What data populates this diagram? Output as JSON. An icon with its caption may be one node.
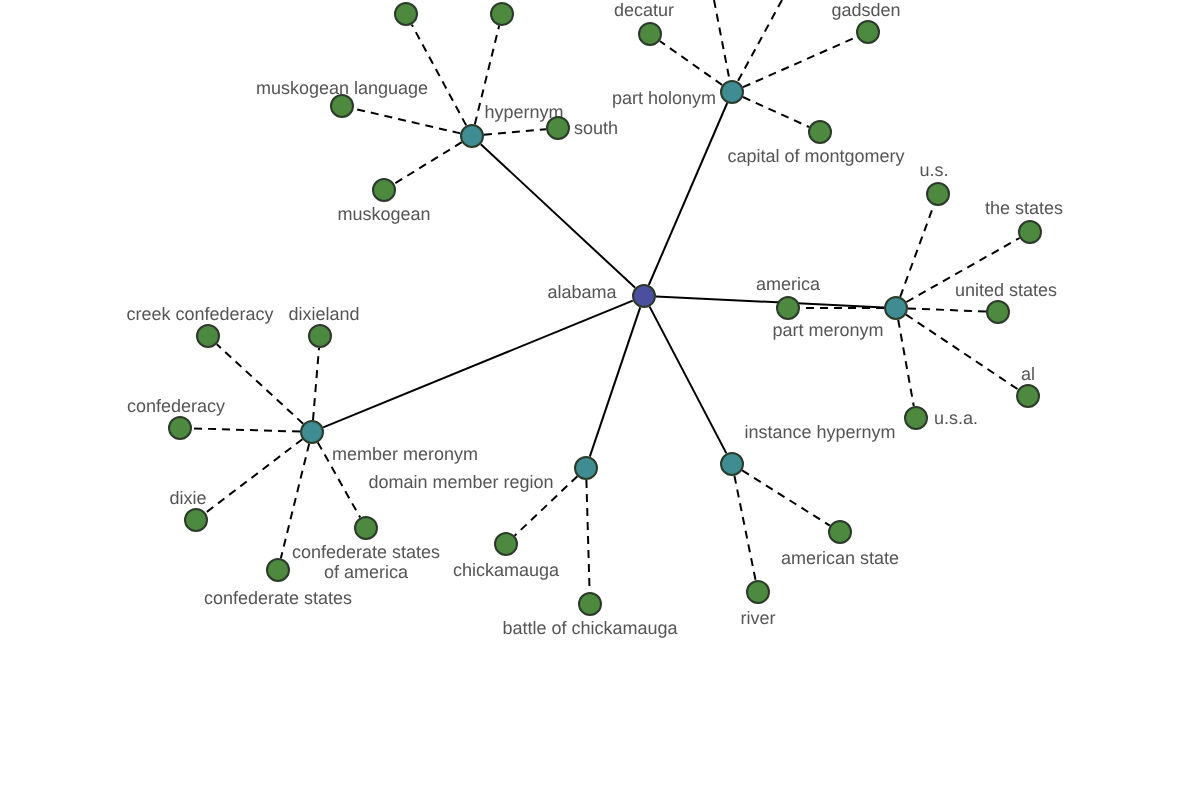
{
  "diagram": {
    "nodes": [
      {
        "text": [
          "alabama"
        ]
      },
      {
        "text": [
          "hypernym"
        ]
      },
      {
        "text": [
          "part holonym"
        ]
      },
      {
        "text": [
          "part meronym"
        ]
      },
      {
        "text": [
          "member meronym"
        ]
      },
      {
        "text": [
          "domain member region"
        ]
      },
      {
        "text": [
          "instance hypernym"
        ]
      },
      {
        "text": [],
        "shape": "circle"
      },
      {
        "text": [],
        "shape": "circle"
      },
      {
        "text": [
          "muskogean language"
        ]
      },
      {
        "text": [
          "south"
        ]
      },
      {
        "text": [
          "muskogean"
        ]
      },
      {
        "text": [
          "decatur"
        ]
      },
      {
        "text": [
          "gadsden"
        ]
      },
      {
        "text": [
          "capital of montgomery"
        ]
      },
      {
        "text": [
          "u.s."
        ]
      },
      {
        "text": [
          "the states"
        ]
      },
      {
        "text": [
          "america"
        ]
      },
      {
        "text": [
          "united states"
        ]
      },
      {
        "text": [
          "al"
        ]
      },
      {
        "text": [
          "u.s.a."
        ]
      },
      {
        "text": [
          "creek confederacy"
        ]
      },
      {
        "text": [
          "dixieland"
        ]
      },
      {
        "text": [
          "confederacy"
        ]
      },
      {
        "text": [
          "dixie"
        ]
      },
      {
        "text": [
          "confederate states of america"
        ]
      },
      {
        "text": [
          "confederate states"
        ]
      },
      {
        "text": [
          "chickamauga"
        ]
      },
      {
        "text": [
          "battle of chickamauga"
        ]
      },
      {
        "text": [
          "american state"
        ]
      },
      {
        "text": [
          "river"
        ]
      }
    ],
    "edges": [
      {
        "from": 0,
        "to": 1,
        "arrow": "none"
      },
      {
        "from": 0,
        "to": 2,
        "arrow": "none"
      },
      {
        "from": 0,
        "to": 3,
        "arrow": "none"
      },
      {
        "from": 0,
        "to": 4,
        "arrow": "none"
      },
      {
        "from": 0,
        "to": 5,
        "arrow": "none"
      },
      {
        "from": 0,
        "to": 6,
        "arrow": "none"
      },
      {
        "from": 1,
        "to": 7,
        "arrow": "none",
        "style": "dashed"
      },
      {
        "from": 1,
        "to": 8,
        "arrow": "none",
        "style": "dashed"
      },
      {
        "from": 1,
        "to": 9,
        "arrow": "none",
        "style": "dashed"
      },
      {
        "from": 1,
        "to": 10,
        "arrow": "none",
        "style": "dashed"
      },
      {
        "from": 1,
        "to": 11,
        "arrow": "none",
        "style": "dashed"
      },
      {
        "from": 2,
        "to": 12,
        "arrow": "none",
        "style": "dashed"
      },
      {
        "from": 2,
        "to": 13,
        "arrow": "none",
        "style": "dashed"
      },
      {
        "from": 2,
        "to": 14,
        "arrow": "none",
        "style": "dashed"
      },
      {
        "from": null,
        "to": 2,
        "arrow": "none",
        "style": "dashed"
      },
      {
        "from": null,
        "to": 2,
        "arrow": "none",
        "style": "dashed"
      },
      {
        "from": 3,
        "to": 15,
        "arrow": "none",
        "style": "dashed"
      },
      {
        "from": 3,
        "to": 16,
        "arrow": "none",
        "style": "dashed"
      },
      {
        "from": 3,
        "to": 17,
        "arrow": "none",
        "style": "dashed"
      },
      {
        "from": 3,
        "to": 18,
        "arrow": "none",
        "style": "dashed"
      },
      {
        "from": 3,
        "to": 19,
        "arrow": "none",
        "style": "dashed"
      },
      {
        "from": 3,
        "to": 20,
        "arrow": "none",
        "style": "dashed"
      },
      {
        "from": 4,
        "to": 21,
        "arrow": "none",
        "style": "dashed"
      },
      {
        "from": 4,
        "to": 22,
        "arrow": "none",
        "style": "dashed"
      },
      {
        "from": 4,
        "to": 23,
        "arrow": "none",
        "style": "dashed"
      },
      {
        "from": 4,
        "to": 24,
        "arrow": "none",
        "style": "dashed"
      },
      {
        "from": 4,
        "to": 25,
        "arrow": "none",
        "style": "dashed"
      },
      {
        "from": 4,
        "to": 26,
        "arrow": "none",
        "style": "dashed"
      },
      {
        "from": 5,
        "to": 27,
        "arrow": "none",
        "style": "dashed"
      },
      {
        "from": 5,
        "to": 28,
        "arrow": "none",
        "style": "dashed"
      },
      {
        "from": 6,
        "to": 29,
        "arrow": "none",
        "style": "dashed"
      },
      {
        "from": 6,
        "to": 30,
        "arrow": "none",
        "style": "dashed"
      }
    ]
  }
}
